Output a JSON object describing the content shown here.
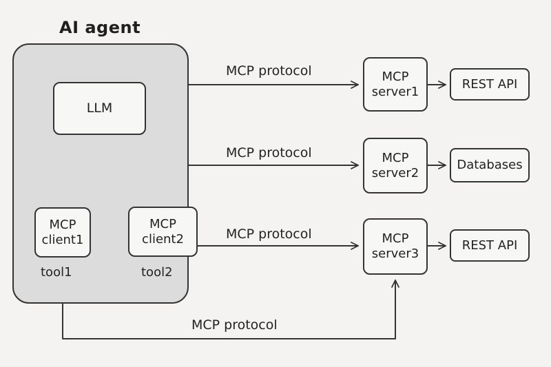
{
  "agent": {
    "title": "AI agent",
    "llm": "LLM",
    "client1": {
      "line1": "MCP",
      "line2": "client1"
    },
    "client2": {
      "line1": "MCP",
      "line2": "client2"
    },
    "tool1": "tool1",
    "tool2": "tool2"
  },
  "servers": [
    {
      "line1": "MCP",
      "line2": "server1"
    },
    {
      "line1": "MCP",
      "line2": "server2"
    },
    {
      "line1": "MCP",
      "line2": "server3"
    }
  ],
  "backends": [
    "REST API",
    "Databases",
    "REST API"
  ],
  "protocols": [
    "MCP protocol",
    "MCP protocol",
    "MCP protocol",
    "MCP protocol"
  ]
}
